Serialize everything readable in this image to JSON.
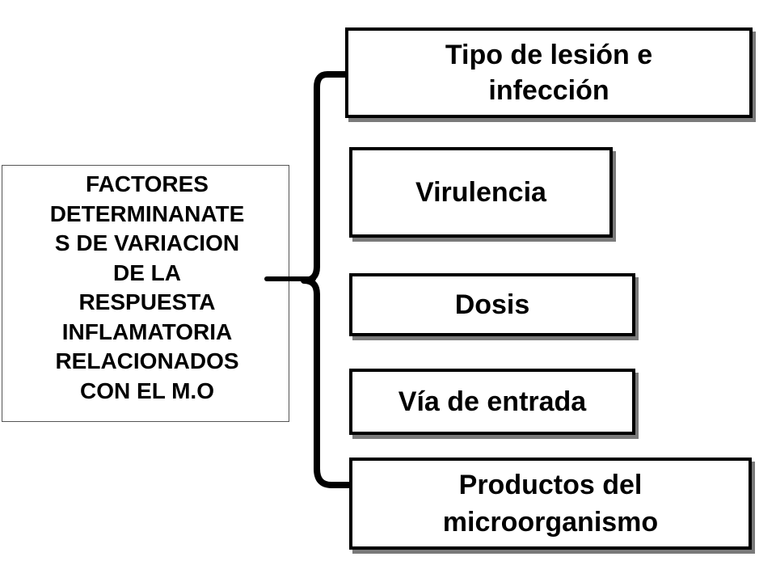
{
  "root": {
    "label": "FACTORES\nDETERMINANATE\nS DE VARIACION\nDE LA\nRESPUESTA\nINFLAMATORIA\nRELACIONADOS\nCON EL M.O"
  },
  "factors": [
    {
      "label": "Tipo de lesión e\ninfección"
    },
    {
      "label": "Virulencia"
    },
    {
      "label": "Dosis"
    },
    {
      "label": "Vía de entrada"
    },
    {
      "label": "Productos del\nmicroorganismo"
    }
  ]
}
